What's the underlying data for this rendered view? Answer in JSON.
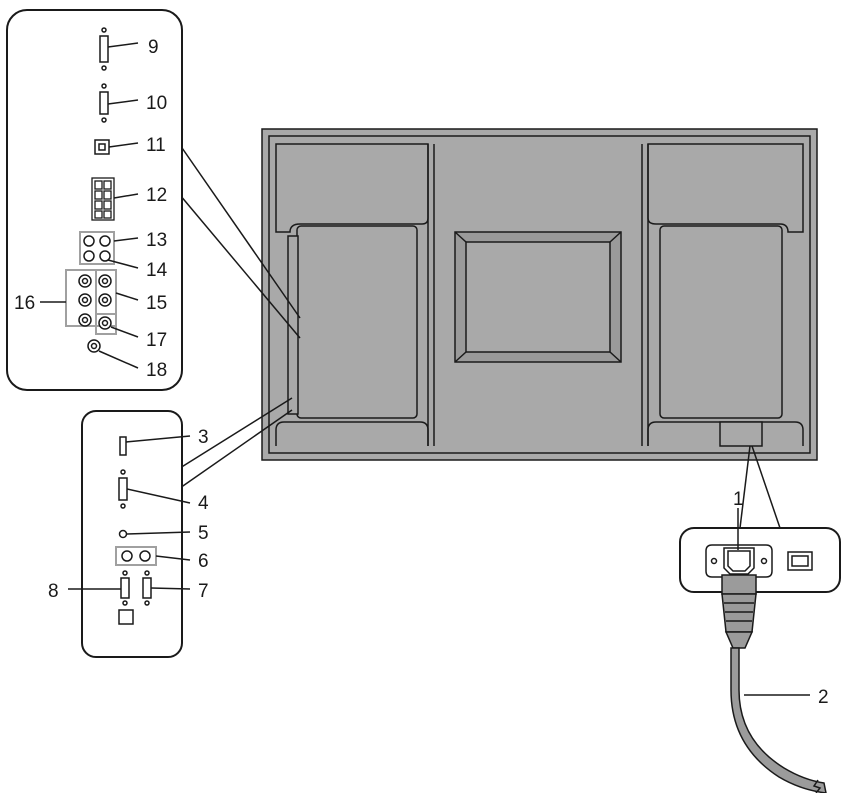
{
  "diagram": {
    "labels": {
      "n1": "1",
      "n2": "2",
      "n3": "3",
      "n4": "4",
      "n5": "5",
      "n6": "6",
      "n7": "7",
      "n8": "8",
      "n9": "9",
      "n10": "10",
      "n11": "11",
      "n12": "12",
      "n13": "13",
      "n14": "14",
      "n15": "15",
      "n16": "16",
      "n17": "17",
      "n18": "18"
    }
  },
  "colors": {
    "line": "#1a1a1a",
    "panel_fill": "#a9a9a9",
    "panel_recess": "#9a9a9a",
    "highlight_frame": "#a0a0a0",
    "cable_fill": "#9b9b9b"
  }
}
